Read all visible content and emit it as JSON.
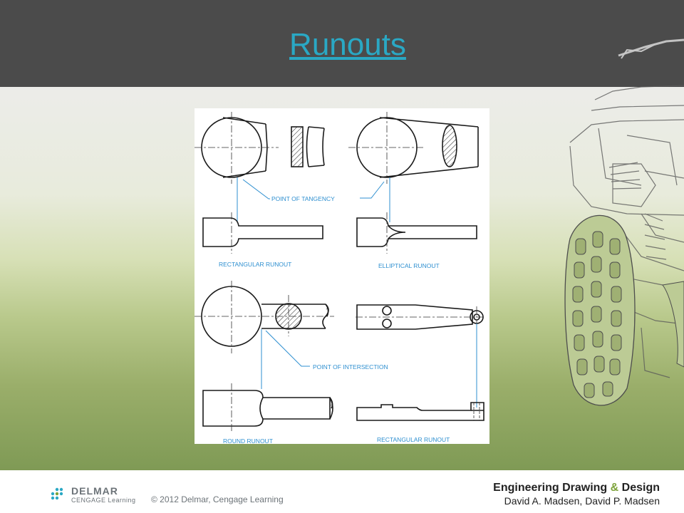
{
  "slide": {
    "title": "Runouts"
  },
  "figure": {
    "labels": {
      "point_of_tangency": "POINT OF TANGENCY",
      "rectangular_runout_top": "RECTANGULAR RUNOUT",
      "elliptical_runout": "ELLIPTICAL RUNOUT",
      "point_of_intersection": "POINT OF INTERSECTION",
      "round_runout": "ROUND RUNOUT",
      "rectangular_runout_bottom": "RECTANGULAR RUNOUT"
    }
  },
  "footer": {
    "publisher_name": "DELMAR",
    "publisher_sub": "CENGAGE Learning",
    "copyright": "© 2012  Delmar, Cengage Learning",
    "book_title_part1": "Engineering Drawing ",
    "book_title_amp": "&",
    "book_title_part2": " Design",
    "book_authors": "David A. Madsen, David P. Madsen"
  },
  "colors": {
    "header_bg": "#4b4b4b",
    "title_link": "#2aa8c4",
    "leader_blue": "#2e8fd0",
    "accent_green": "#7da33a"
  }
}
